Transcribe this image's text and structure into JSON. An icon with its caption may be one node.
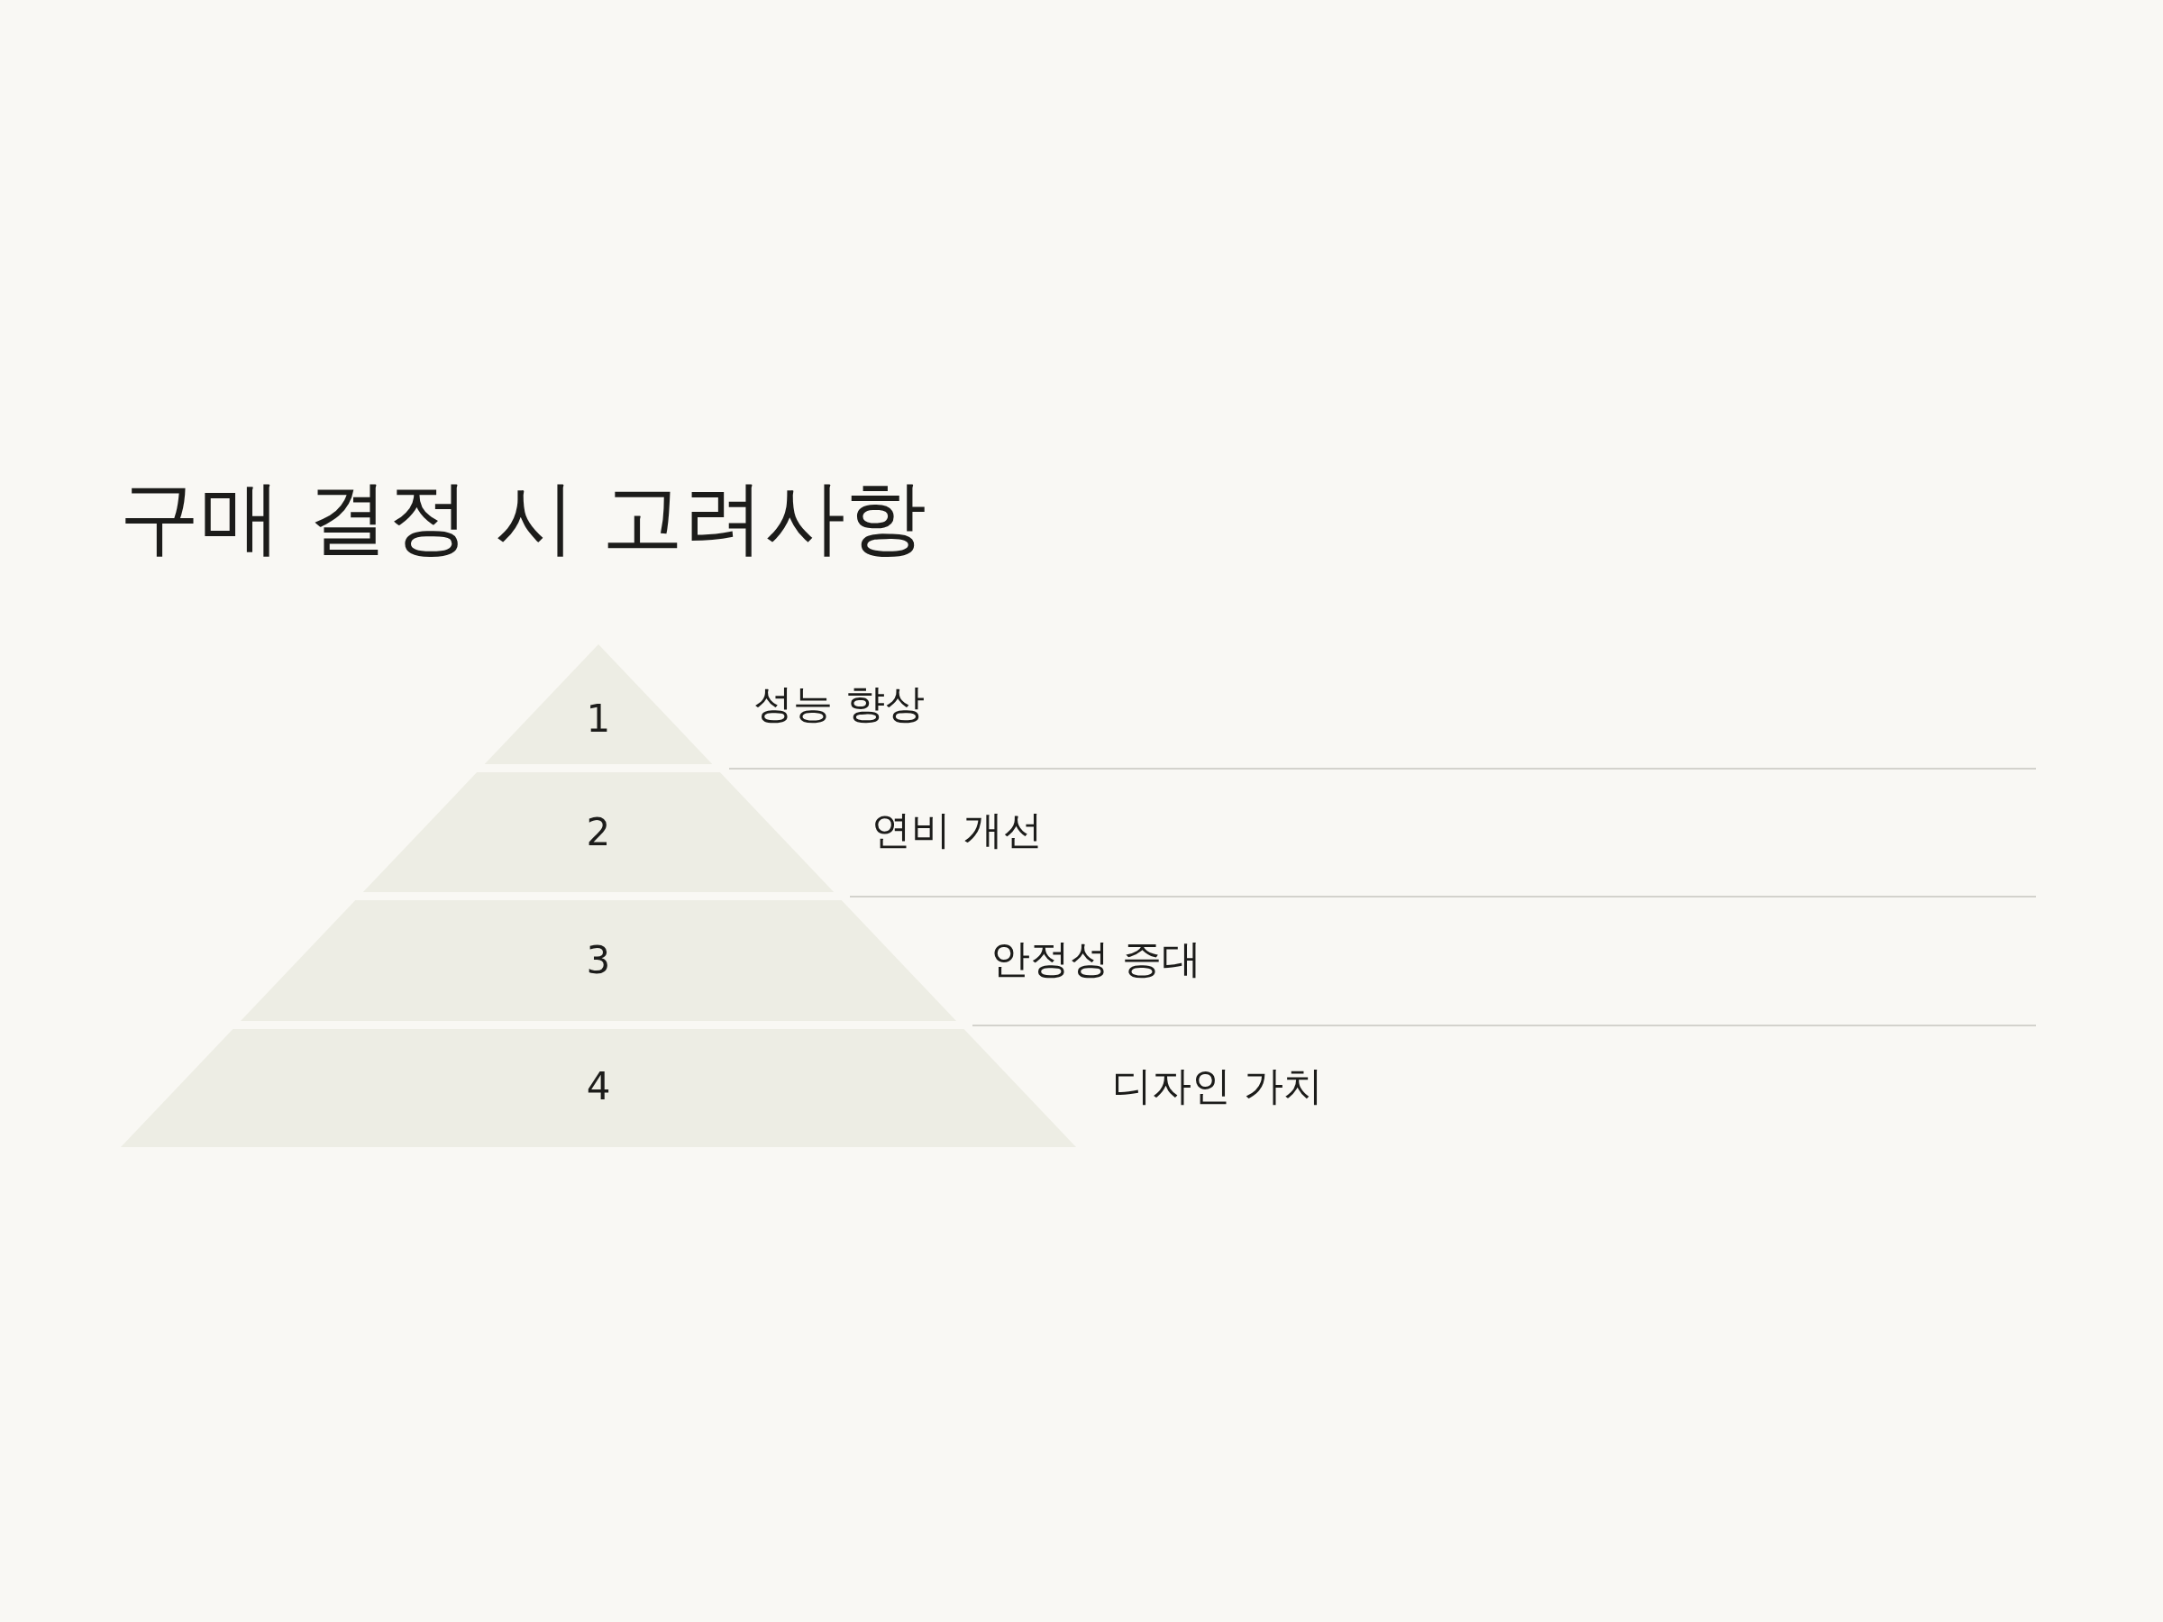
{
  "diagram": {
    "title": "구매 결정 시 고려사항",
    "nodes": [
      {
        "text": [
          "1"
        ],
        "beside": [
          "성능 향상"
        ]
      },
      {
        "text": [
          "2"
        ],
        "beside": [
          "연비 개선"
        ]
      },
      {
        "text": [
          "3"
        ],
        "beside": [
          "안정성 증대"
        ]
      },
      {
        "text": [
          "4"
        ],
        "beside": [
          "디자인 가치"
        ]
      }
    ]
  }
}
